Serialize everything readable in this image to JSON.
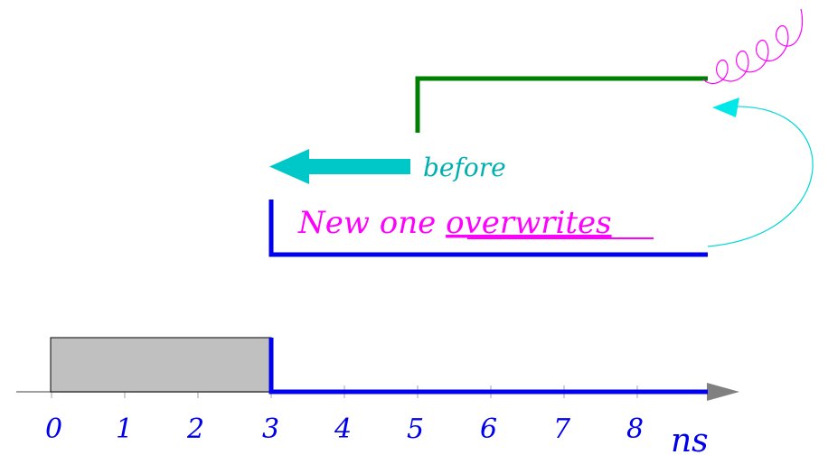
{
  "timeline": {
    "ticks": [
      "0",
      "1",
      "2",
      "3",
      "4",
      "5",
      "6",
      "7",
      "8"
    ],
    "unit": "ns",
    "axis_color": "#808080",
    "tick_color": "#0000ee"
  },
  "labels": {
    "before": "before",
    "caption_plain": "New one ",
    "caption_emphasis": "overwrites"
  },
  "colors": {
    "busy_block": "#c0c0c0",
    "new_signal": "#0000ee",
    "old_signal": "#008000",
    "arrow": "#00c8c8",
    "caption": "#ff00ff",
    "squiggle": "#ff00ff"
  },
  "chart_data": {
    "type": "timing",
    "x_ticks": [
      0,
      1,
      2,
      3,
      4,
      5,
      6,
      7,
      8
    ],
    "x_unit": "ns",
    "busy_interval": [
      0,
      3
    ],
    "new_pulse": {
      "start": 3,
      "end": 9
    },
    "old_pulse": {
      "start": 5,
      "end": 9
    },
    "arrow": {
      "from": 5,
      "to": 3,
      "label": "before"
    },
    "annotation": "New one overwrites"
  }
}
